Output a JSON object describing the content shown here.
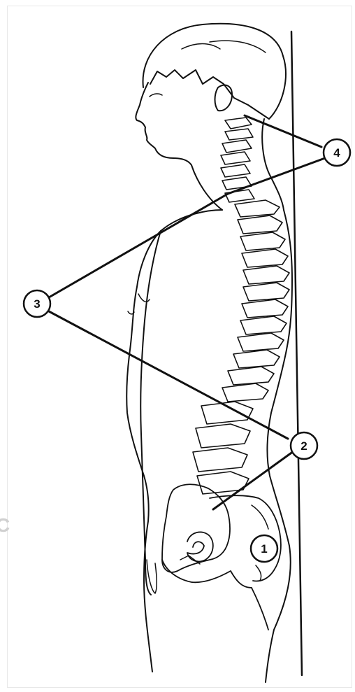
{
  "diagram": {
    "labels": [
      {
        "id": "1",
        "text": "1"
      },
      {
        "id": "2",
        "text": "2"
      },
      {
        "id": "3",
        "text": "3"
      },
      {
        "id": "4",
        "text": "4"
      }
    ],
    "edge_fragment": "C"
  },
  "colors": {
    "ink": "#111111",
    "background": "#ffffff",
    "faded_text": "#d0d0d0"
  }
}
